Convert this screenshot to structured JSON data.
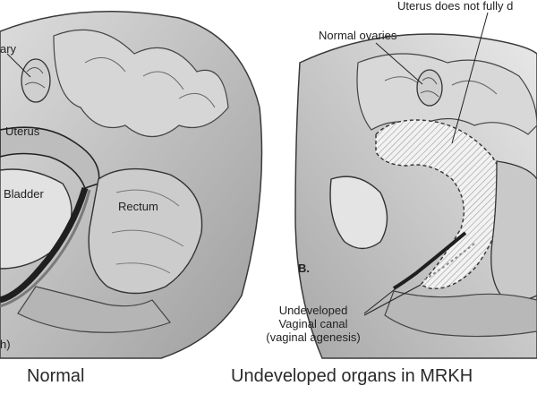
{
  "panel_a": {
    "labels": {
      "ovary_partial": "ary",
      "uterus": "Uterus",
      "bladder": "Bladder",
      "rectum": "Rectum",
      "vagina_partial": "h)"
    },
    "caption": "Normal"
  },
  "panel_b": {
    "letter": "B.",
    "labels": {
      "uterus_note": "Uterus does not fully d",
      "normal_ovaries": "Normal ovaries",
      "vaginal_line1": "Undeveloped",
      "vaginal_line2": "Vaginal canal",
      "vaginal_line3": "(vaginal agenesis)"
    },
    "caption": "Undeveloped organs in MRKH"
  },
  "colors": {
    "ink": "#222222",
    "tissue_light": "#e6e6e6",
    "tissue_mid": "#bdbdbd",
    "tissue_dark": "#7a7a7a",
    "background": "#ffffff"
  }
}
